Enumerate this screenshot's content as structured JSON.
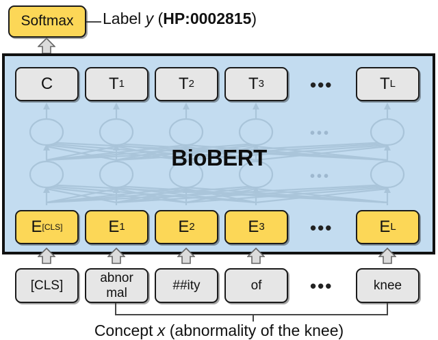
{
  "diagram": {
    "title": "BioBERT concept classification architecture",
    "model_name": "BioBERT",
    "colors": {
      "panel_bg": "#c3dcf0",
      "embedding_box": "#fcd757",
      "token_box": "#e6e6e6",
      "outline": "#111111",
      "connection": "#a9c4d9"
    }
  },
  "output": {
    "softmax_label": "Softmax",
    "label_prefix": "Label ",
    "label_variable": "y",
    "label_suffix_open": " (",
    "label_code": "HP:0002815",
    "label_suffix_close": ")"
  },
  "output_tokens": {
    "row_name": "transformer-output-row",
    "items": [
      {
        "name": "output-c",
        "text": "C",
        "sub": ""
      },
      {
        "name": "output-t1",
        "text": "T",
        "sub": "1"
      },
      {
        "name": "output-t2",
        "text": "T",
        "sub": "2"
      },
      {
        "name": "output-t3",
        "text": "T",
        "sub": "3"
      },
      {
        "name": "output-tl",
        "text": "T",
        "sub": "L"
      }
    ],
    "ellipsis": "•••"
  },
  "embeddings": {
    "row_name": "input-embedding-row",
    "items": [
      {
        "name": "embedding-cls",
        "text": "E",
        "sub": "[CLS]"
      },
      {
        "name": "embedding-1",
        "text": "E",
        "sub": "1"
      },
      {
        "name": "embedding-2",
        "text": "E",
        "sub": "2"
      },
      {
        "name": "embedding-3",
        "text": "E",
        "sub": "3"
      },
      {
        "name": "embedding-l",
        "text": "E",
        "sub": "L"
      }
    ],
    "ellipsis": "•••"
  },
  "input_tokens": {
    "row_name": "wordpiece-token-row",
    "items": [
      {
        "name": "token-cls",
        "line1": "[CLS]",
        "line2": ""
      },
      {
        "name": "token-abnormal",
        "line1": "abnor",
        "line2": "mal"
      },
      {
        "name": "token-ity",
        "line1": "##ity",
        "line2": ""
      },
      {
        "name": "token-of",
        "line1": "of",
        "line2": ""
      },
      {
        "name": "token-knee",
        "line1": "knee",
        "line2": ""
      }
    ],
    "ellipsis": "•••"
  },
  "network": {
    "ellipsis_grey": "•••",
    "layers": 2,
    "columns": 5
  },
  "input_caption": {
    "prefix": "Concept ",
    "variable": "x",
    "detail": " (abnormality of the knee)"
  }
}
